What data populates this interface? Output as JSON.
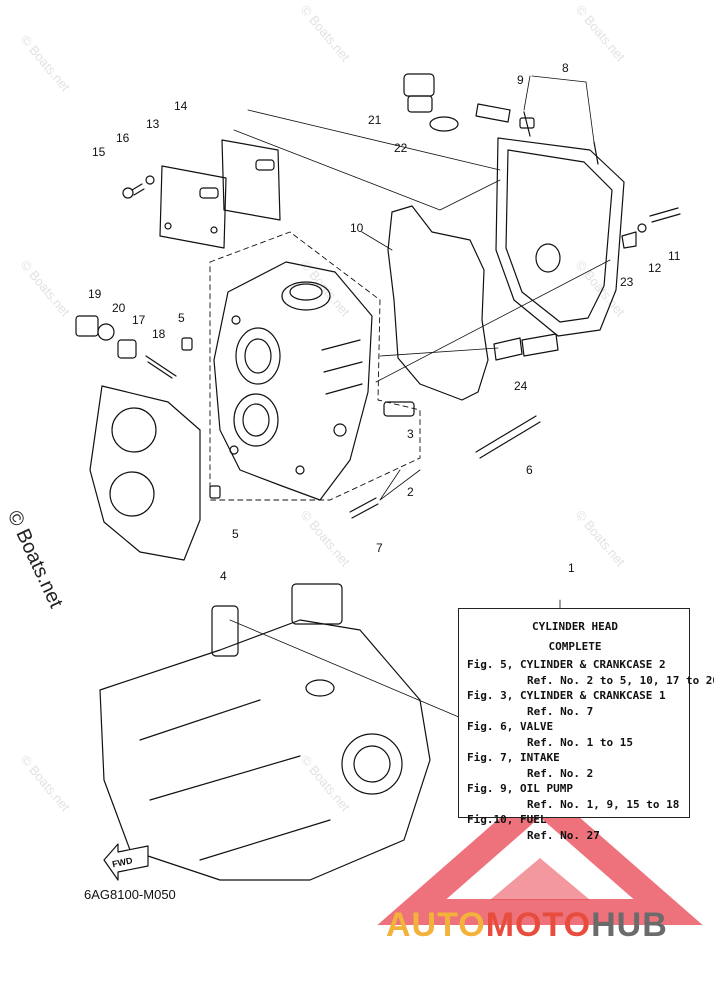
{
  "part_numbers": [
    "1",
    "2",
    "3",
    "4",
    "5",
    "5",
    "6",
    "7",
    "8",
    "9",
    "10",
    "11",
    "12",
    "13",
    "14",
    "15",
    "16",
    "17",
    "18",
    "19",
    "20",
    "21",
    "22",
    "23",
    "24"
  ],
  "info_box": {
    "title_line1": "CYLINDER HEAD",
    "title_line2": "COMPLETE",
    "lines": [
      {
        "text": "Fig. 5, CYLINDER & CRANKCASE 2",
        "kind": "fig"
      },
      {
        "text": "Ref. No. 2 to 5, 10, 17 to 20",
        "kind": "ref"
      },
      {
        "text": "Fig. 3, CYLINDER & CRANKCASE 1",
        "kind": "fig"
      },
      {
        "text": "Ref. No. 7",
        "kind": "ref"
      },
      {
        "text": "Fig. 6, VALVE",
        "kind": "fig"
      },
      {
        "text": "Ref. No. 1 to 15",
        "kind": "ref"
      },
      {
        "text": "Fig. 7, INTAKE",
        "kind": "fig"
      },
      {
        "text": "Ref. No. 2",
        "kind": "ref"
      },
      {
        "text": "Fig. 9, OIL PUMP",
        "kind": "fig"
      },
      {
        "text": "Ref. No. 1, 9, 15 to 18",
        "kind": "ref"
      },
      {
        "text": "Fig.10, FUEL",
        "kind": "fig"
      },
      {
        "text": "Ref. No. 27",
        "kind": "ref"
      }
    ]
  },
  "fwd_label": "FWD",
  "diagram_code": "6AG8100-M050",
  "side_watermark": "© Boats.net",
  "tile_watermark": "© Boats.net",
  "brand": {
    "part1": "AUTO",
    "part2": "MOTO",
    "part3": "HUB"
  },
  "colors": {
    "brand_orange": "#f3b23a",
    "brand_red": "#e74c3c",
    "brand_gray": "#6b6b6b",
    "triangle_red": "#e8434f"
  }
}
